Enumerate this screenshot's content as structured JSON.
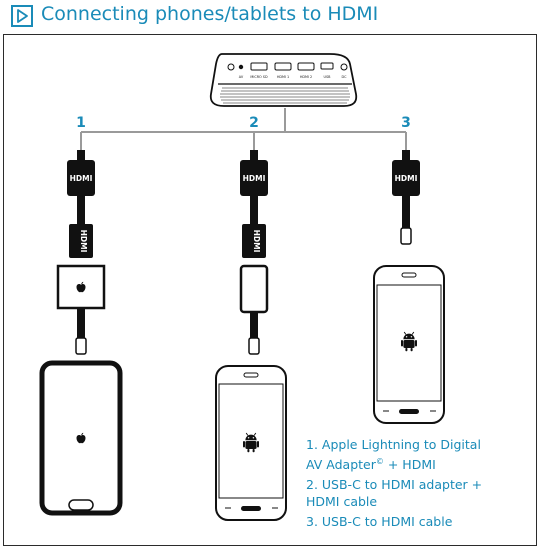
{
  "header": {
    "title": "Connecting phones/tablets to HDMI"
  },
  "projector": {
    "ports": [
      "AV",
      "MICRO SD",
      "HDMI 1",
      "HDMI 2",
      "USB",
      "DC"
    ]
  },
  "branches": [
    {
      "number": "1",
      "connector_label": "HDMI"
    },
    {
      "number": "2",
      "connector_label": "HDMI"
    },
    {
      "number": "3",
      "connector_label": "HDMI"
    }
  ],
  "legend": {
    "item1_line1": "1. Apple Lightning to Digital",
    "item1_line2": "AV Adapter",
    "item1_reg": "©",
    "item1_tail": " + HDMI",
    "item2_line1": "2. USB-C to HDMI adapter +",
    "item2_line2": "HDMI cable",
    "item3": "3. USB-C to HDMI cable"
  },
  "icons": {
    "header": "play-triangle-icon",
    "apple": "apple-logo-icon",
    "android": "android-logo-icon"
  },
  "colors": {
    "accent": "#1a8bb8",
    "line": "#9a9a9a",
    "ink": "#111111"
  }
}
